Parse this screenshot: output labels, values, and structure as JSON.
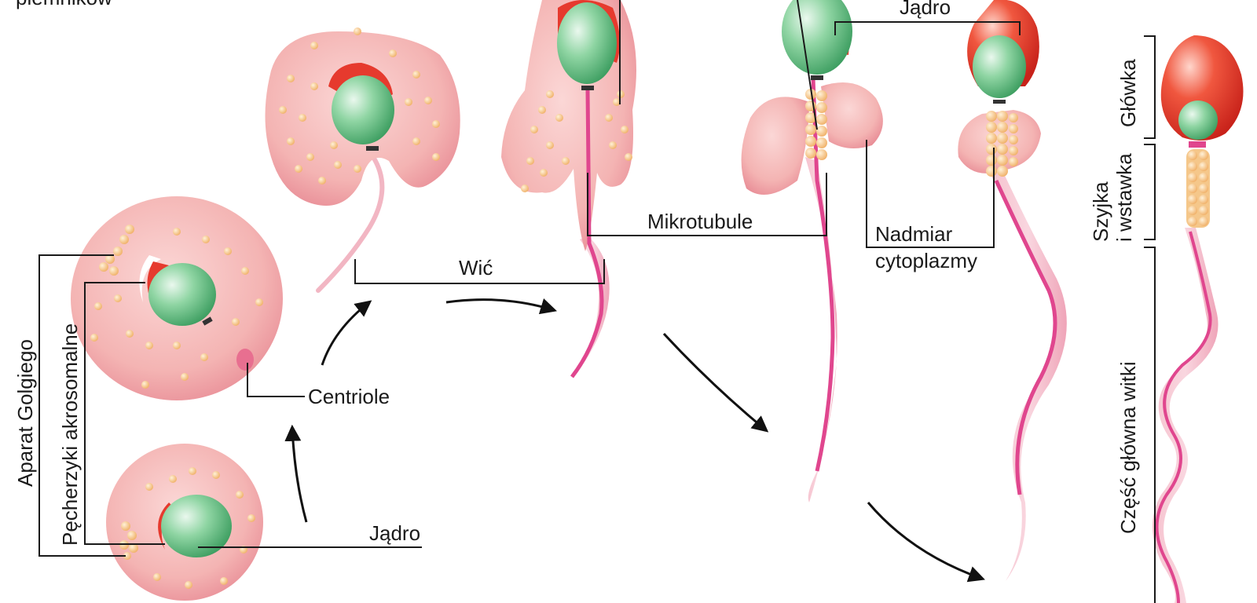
{
  "labels": {
    "top_left_fragment": "plemników",
    "golgi": "Aparat Golgiego",
    "acrosomal_vesicles": "Pęcherzyki akrosomalne",
    "nucleus_bottom": "Jądro",
    "centrioles": "Centriole",
    "flagellum": "Wić",
    "microtubules": "Mikrotubule",
    "nucleus_top": "Jądro",
    "excess_cytoplasm_line1": "Nadmiar",
    "excess_cytoplasm_line2": "cytoplazmy",
    "head": "Główka",
    "neck_line1": "Szyjka",
    "neck_line2": "i wstawka",
    "tail": "Część główna witki"
  },
  "colors": {
    "cytoplasm": "#f4b6b6",
    "cytoplasm_dark": "#e88f97",
    "nucleus": "#6cc58a",
    "acrosome": "#e63a2e",
    "granule": "#f7c58a",
    "flagellum": "#e0468e",
    "tail_sheath": "#f4a9bf",
    "line": "#1a1a1a"
  }
}
